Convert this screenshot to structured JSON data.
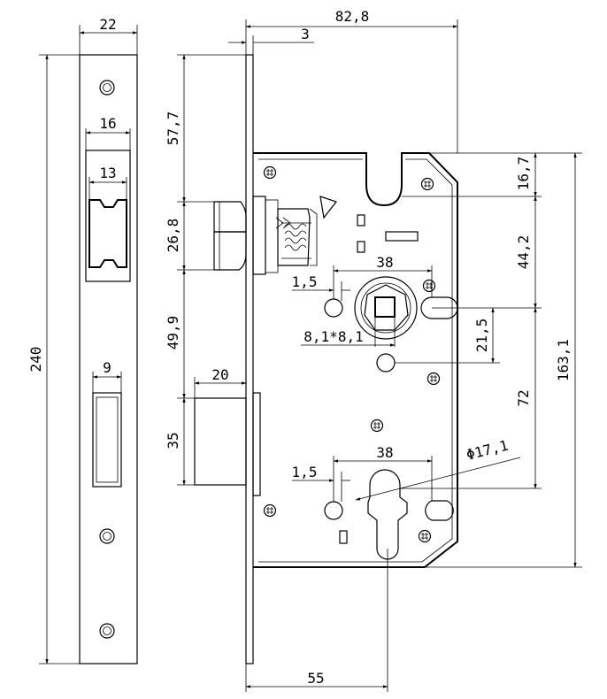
{
  "dimensions": {
    "faceplate_width": "22",
    "faceplate_length": "240",
    "latch_slot_width": "16",
    "latch_inner_width": "13",
    "bolt_slot_width": "9",
    "case_depth": "82,8",
    "faceplate_thickness": "3",
    "top_to_latch": "57,7",
    "latch_height": "26,8",
    "latch_to_bolt": "49,9",
    "bolt_projection": "20",
    "bolt_height": "35",
    "backset": "55",
    "follower_spacing": "38",
    "follower_offset": "1,5",
    "square_spindle": "8,1*8,1",
    "cylinder_spacing": "38",
    "cylinder_offset": "1,5",
    "cylinder_diameter": "Φ17,1",
    "case_top_notch": "16,7",
    "notch_to_follower": "44,2",
    "follower_to_hole": "21,5",
    "follower_to_cylinder": "72",
    "case_height": "163,1"
  }
}
